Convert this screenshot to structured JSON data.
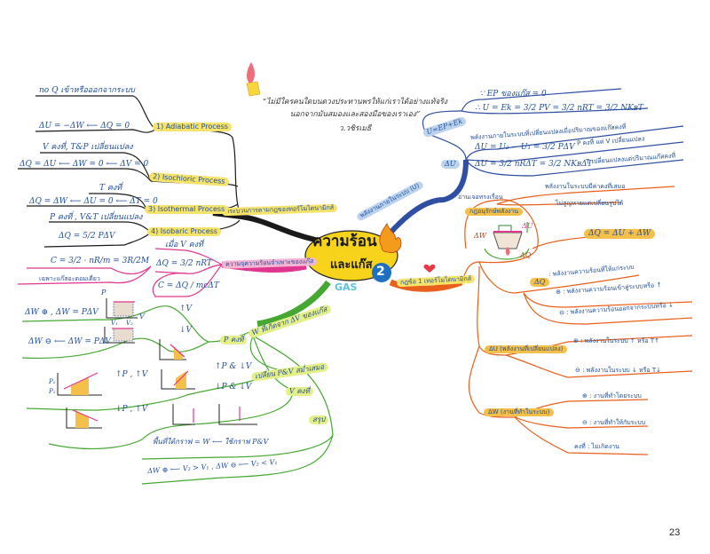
{
  "page": {
    "number": "23"
  },
  "center": {
    "title_line1": "ความร้อน",
    "title_line2": "และแก๊ส",
    "chapter_badge": "2",
    "gas_label": "GAS",
    "colors": {
      "oval": "#f7d31c",
      "badge": "#1f6fc2",
      "gas": "#5cc0e0"
    }
  },
  "quote": {
    "line1": "“ไม่มีใครคนใดบนดวงประทานพรให้แก่เราได้อย่างแท้จริง",
    "line2": "นอกจากมันสมองและสองมือของเราเอง”",
    "author": "ว.วชิรเมธี"
  },
  "branches": {
    "processes": {
      "label": "กระบวนการตามกฎของทอร์โมไดนามิกส์",
      "color": "#1a1a1a",
      "items": [
        {
          "name": "1) Adiabatic Process",
          "notes": [
            "no  Q  เข้าหรือออกจากระบบ",
            "ΔU = −ΔW ⟵ ΔQ = 0"
          ]
        },
        {
          "name": "2) Isochloric Process",
          "notes": [
            "V คงที่, T&P เปลี่ยนแปลง",
            "ΔQ = ΔU ⟵ ΔW = 0 ⟵ ΔV = 0"
          ]
        },
        {
          "name": "3) Isothermal Process",
          "notes": [
            "T คงที่",
            "ΔQ = ΔW ⟵ ΔU = 0 ⟵ ΔT = 0"
          ]
        },
        {
          "name": "4) Isobaric Process",
          "notes": [
            "P คงที่ , V&T เปลี่ยนแปลง",
            "ΔQ = 5/2 PΔV"
          ]
        }
      ]
    },
    "specific_heat": {
      "label": "ความจุความร้อนจำเพาะของแก๊ส",
      "color": "#e0368f",
      "items": [
        "C = 3/2 · nR/m = 3R/2M",
        "เฉพาะแก๊สอะตอมเดี่ยว",
        "เมื่อ V คงที่",
        "ΔQ = 3/2 nRT",
        "C = ΔQ / mcΔT"
      ]
    },
    "work": {
      "label": "W ที่เกิดจาก ΔV ของแก๊ส",
      "color": "#46a832",
      "sub": {
        "p_const": {
          "label": "P คงที่",
          "items": [
            "ΔW ⊕ , ΔW = PΔV",
            "↑V",
            "ΔW ⊖ ⟵ ΔW = PΔV",
            "↓V"
          ]
        },
        "pv_change": {
          "label": "เปลี่ยน P&V สม่ำเสมอ",
          "items": [
            "↑P , ↑V",
            "↑P & ↓V",
            "↓P , ↑V",
            "↓P & ↓V"
          ]
        },
        "v_const": {
          "label": "V คงที่"
        },
        "summary": {
          "label": "สรุป",
          "items": [
            "พื้นที่ใต้กราฟ = W ⟵ ใช้กราฟ P&V",
            "ΔW ⊕ ⟵ V₂ > V₁ , ΔW ⊖ ⟵ V₂ < V₁"
          ]
        }
      },
      "graph_labels": {
        "p": "P",
        "v": "V",
        "p1": "P₁",
        "p2": "P₂",
        "v1": "V₁",
        "v2": "V₂"
      }
    },
    "internal_energy": {
      "label": "พลังงานภายในระบบ (U)",
      "color": "#2f4fa3",
      "sub": {
        "u_def": {
          "label": "U=EP+Ek",
          "items": [
            "∵ EP ของแก๊ส = 0",
            "∴ U = Ek = 3/2 PV = 3/2 nRT = 3/2 NKʙT"
          ]
        },
        "delta_u": {
          "label": "ΔU",
          "items": [
            "พลังงานภายในระบบที่เปลี่ยนแปลงเมื่อปริมาณของแก๊สคงที่",
            "ΔU = U₂ − U₁ = 3/2 PΔV",
            "P คงที่ แต่ V เปลี่ยนแปลง",
            "ΔU = 3/2 nRΔT = 3/2 NKʙΔT",
            "T เปลี่ยนแปลงแต่ปริมาณแก๊สคงที่"
          ]
        }
      }
    },
    "first_law": {
      "label": "กฎข้อ 1 เทอร์โมไดนามิกส์",
      "color": "#e8601c",
      "heart_icon": "♥",
      "sub": {
        "conservation": {
          "label": "กฎอนุรักษ์พลังงาน",
          "header": "อ่านเจอทรงเรื่อน",
          "items": [
            "พลังงานในระบบมีค่าคงที่เสมอ",
            "ไม่สูญหายแต่เปลี่ยนรูปได้"
          ],
          "formula": "ΔQ = ΔU + ΔW",
          "diagram_labels": {
            "dw": "ΔW",
            "du": "ΔU",
            "dq": "ΔQ"
          }
        },
        "dq": {
          "label": "ΔQ",
          "items": [
            ": พลังงานความร้อนที่ให้แก่ระบบ",
            "⊕ : พลังงานความร้อนเข้าสู่ระบบหรือ ↑",
            "⊖ : พลังงานความร้อนออกจากระบบหรือ ↓"
          ]
        },
        "du": {
          "label": "ΔU (พลังงานที่เปลี่ยนแปลง)",
          "items": [
            "⊕ : พลังงานในระบบ ↑ หรือ T↑",
            "⊖ : พลังงานในระบบ ↓ หรือ T↓"
          ]
        },
        "dw": {
          "label": "ΔW (งานที่ทำในระบบ)",
          "items": [
            "⊕ : งานที่ทำโดยระบบ",
            "⊖ : งานที่ทำให้กับระบบ",
            "คงที่ : ไม่เกิดงาน"
          ]
        }
      }
    }
  }
}
